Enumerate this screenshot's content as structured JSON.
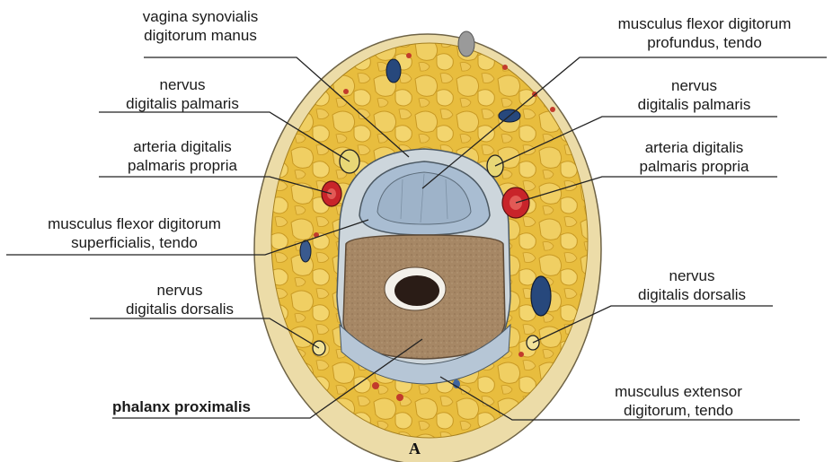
{
  "labels": {
    "vagina_synovialis": [
      "vagina synovialis",
      "digitorum manus"
    ],
    "nervus_palmaris_left": [
      "nervus",
      "digitalis palmaris"
    ],
    "arteria_left": [
      "arteria digitalis",
      "palmaris propria"
    ],
    "flexor_superficialis": [
      "musculus flexor digitorum",
      "superficialis, tendo"
    ],
    "nervus_dorsalis_left": [
      "nervus",
      "digitalis dorsalis"
    ],
    "phalanx": "phalanx proximalis",
    "flexor_profundus": [
      "musculus flexor digitorum",
      "profundus, tendo"
    ],
    "nervus_palmaris_right": [
      "nervus",
      "digitalis palmaris"
    ],
    "arteria_right": [
      "arteria digitalis",
      "palmaris propria"
    ],
    "nervus_dorsalis_right": [
      "nervus",
      "digitalis dorsalis"
    ],
    "extensor": [
      "musculus extensor",
      "digitorum, tendo"
    ]
  },
  "panel_letter": "A",
  "colors": {
    "skin": "#ecdca8",
    "fat": "#e8bd3e",
    "bone": "#a08260",
    "tendon": "#a9bdd2",
    "artery": "#c8242a",
    "vein": "#27487c",
    "line": "#222222"
  }
}
